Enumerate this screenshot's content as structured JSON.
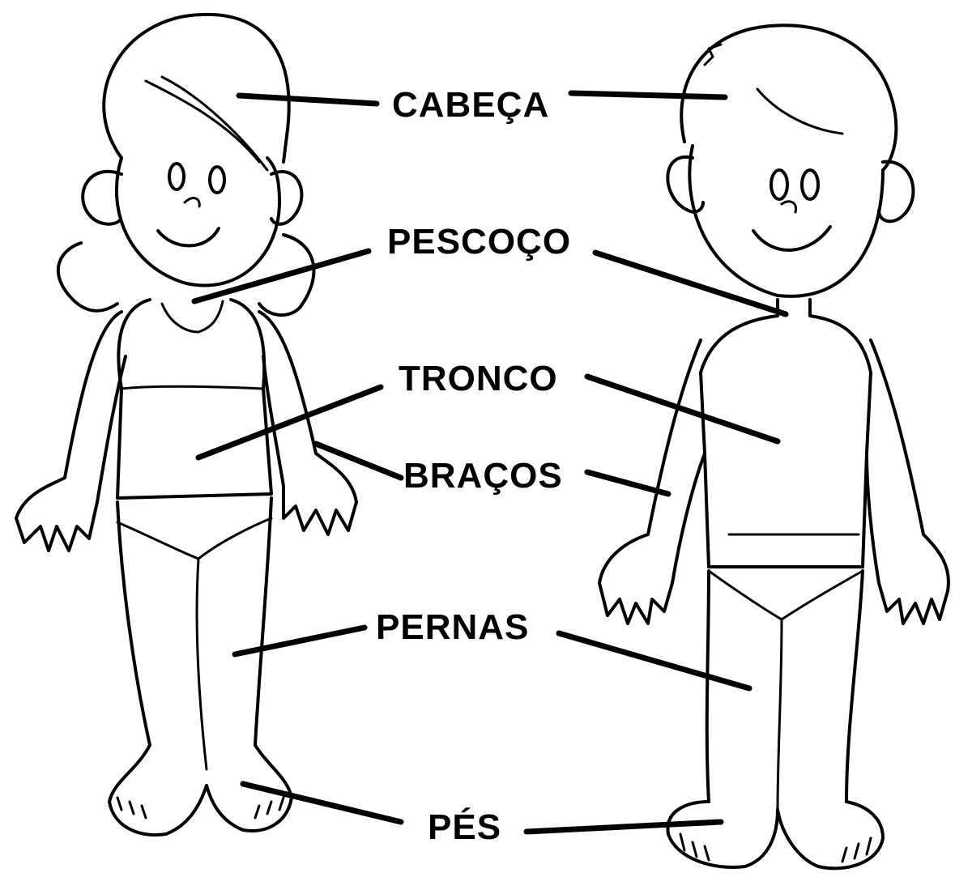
{
  "labels": {
    "head": "CABEÇA",
    "neck": "PESCOÇO",
    "trunk": "TRONCO",
    "arms": "BRAÇOS",
    "legs": "PERNAS",
    "feet": "PÉS"
  }
}
